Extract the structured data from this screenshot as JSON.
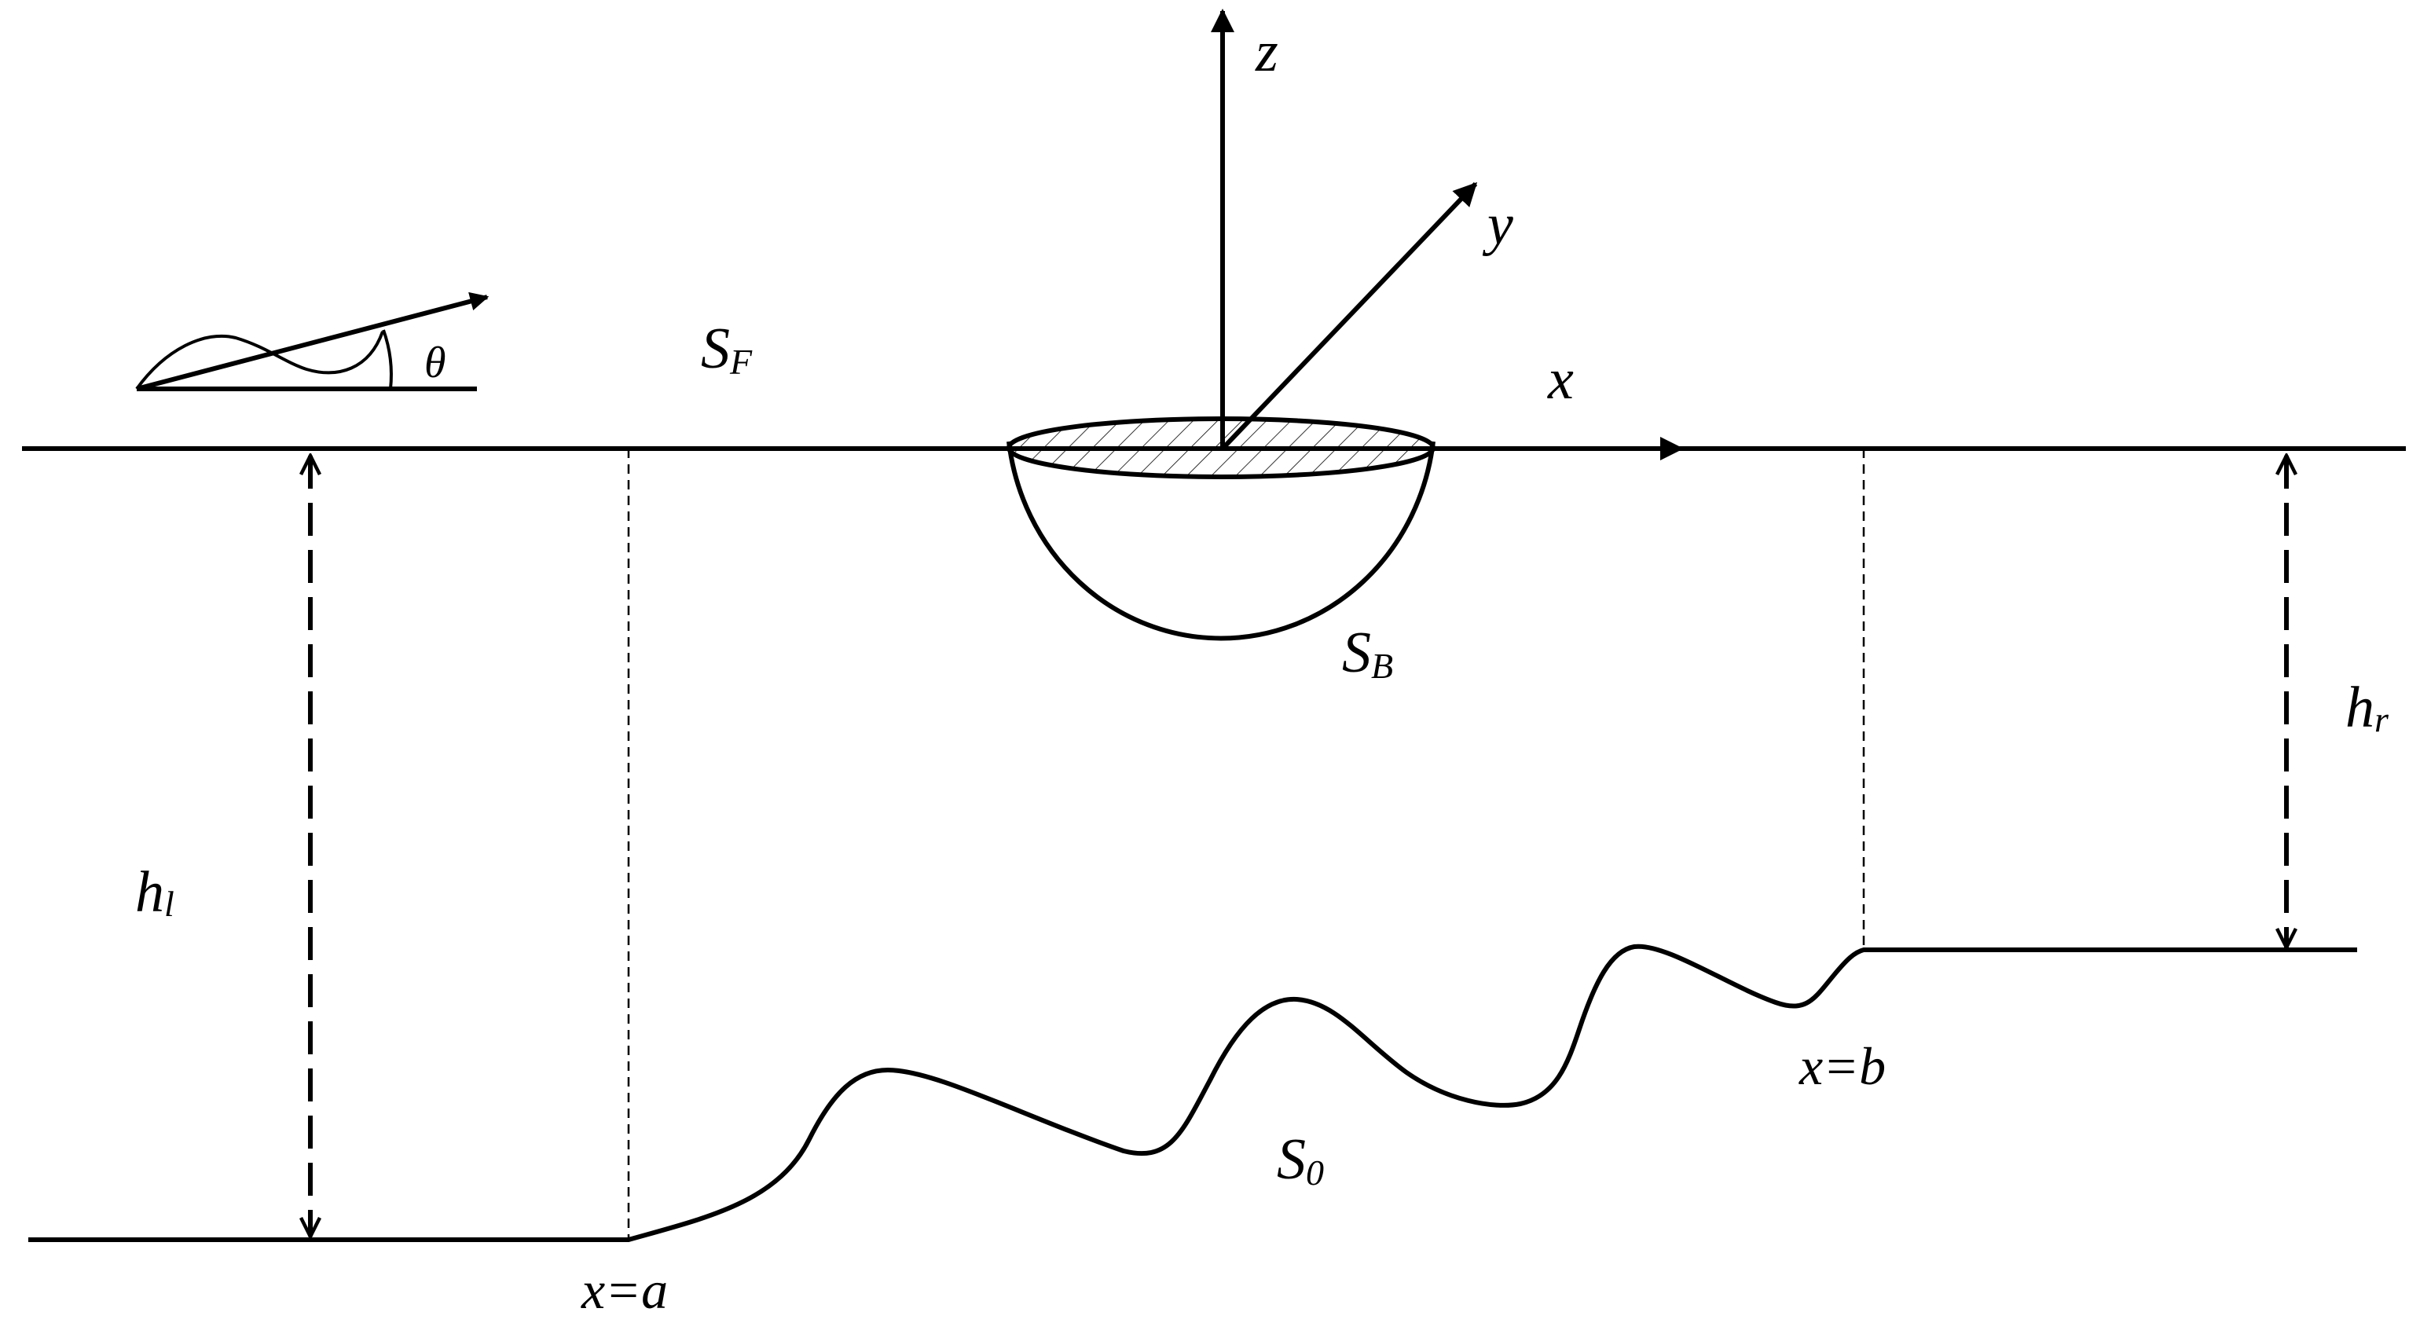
{
  "labels": {
    "z_axis": "z",
    "y_axis": "y",
    "x_axis": "x",
    "angle": "θ",
    "free_surface_main": "S",
    "free_surface_sub": "F",
    "body_main": "S",
    "body_sub": "B",
    "seabed_main": "S",
    "seabed_sub": "0",
    "depth_left_main": "h",
    "depth_left_sub": "l",
    "depth_right_main": "h",
    "depth_right_sub": "r",
    "boundary_a": "x=a",
    "boundary_b": "x=b"
  },
  "colors": {
    "line": "#000000",
    "background": "#ffffff"
  }
}
